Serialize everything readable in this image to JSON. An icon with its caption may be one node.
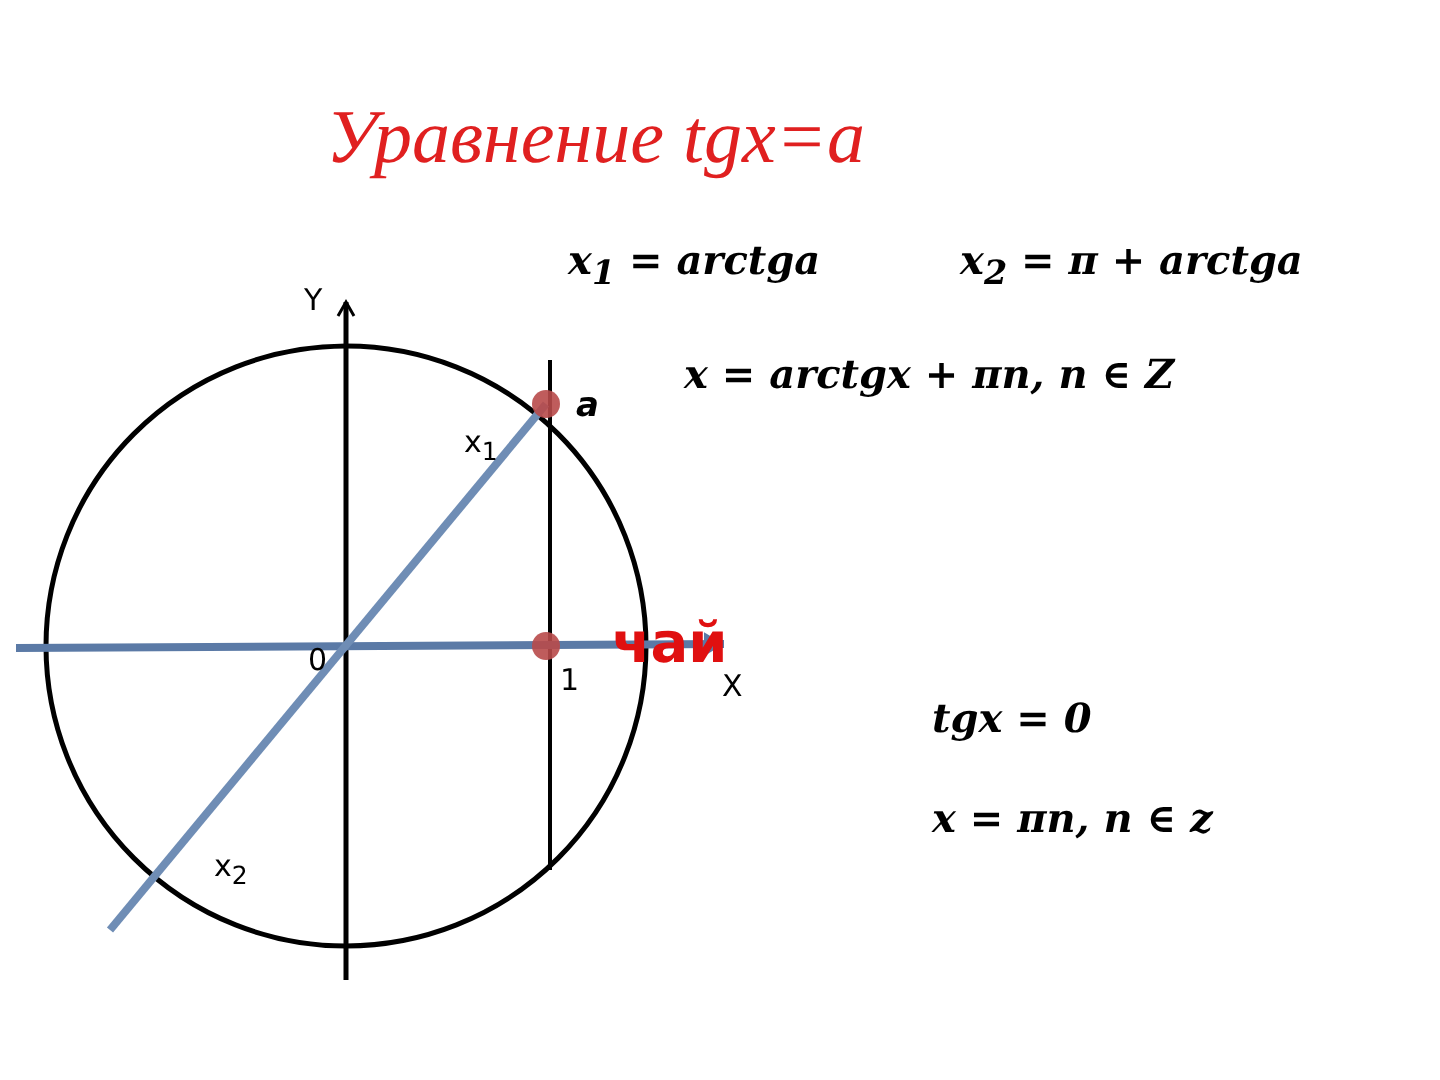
{
  "diagram": {
    "title": "Уравнение tgx=a",
    "labels": [
      "x$_{1}$ = arctga",
      "x$_{2}$ = π + arctga",
      "Y",
      "a",
      "x = arctgx + πn, n ∈ Z",
      "x$_{1}$",
      "0",
      "чай",
      "1",
      "X",
      "tgx = 0",
      "x$_{2}$",
      "x = πn, n ∈ z"
    ]
  }
}
